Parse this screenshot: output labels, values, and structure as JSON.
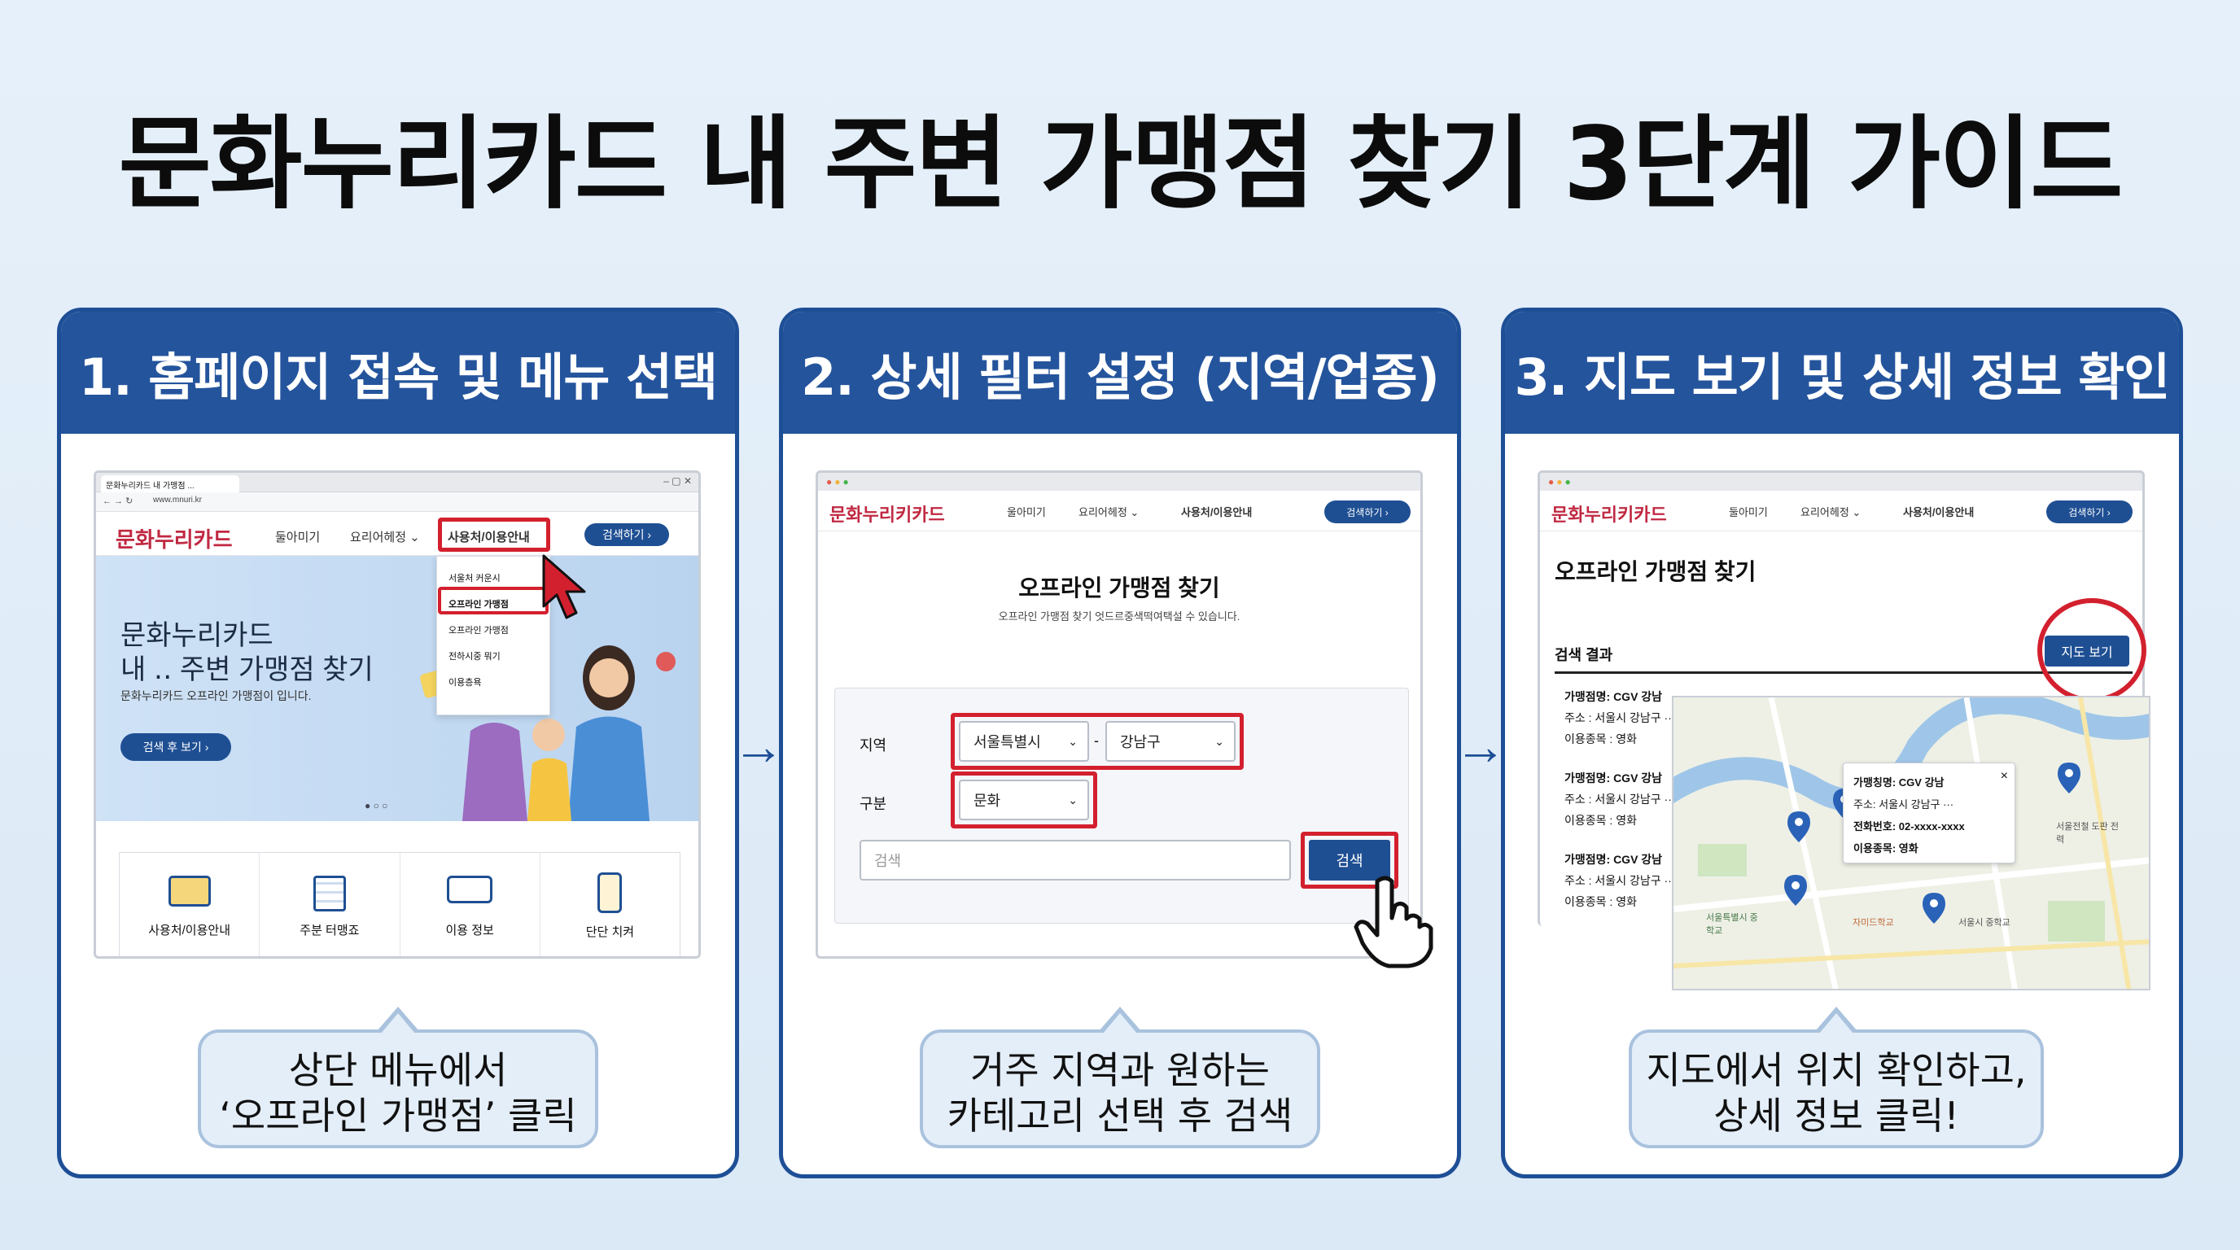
{
  "title": "문화누리카드 내 주변 가맹점 찾기 3단계 가이드",
  "colors": {
    "brand_blue": "#24549c",
    "highlight_red": "#d3202e",
    "background": "#e2edf8"
  },
  "steps": [
    {
      "heading": "1. 홈페이지 접속 및 메뉴 선택",
      "bubble_line1": "상단 메뉴에서",
      "bubble_line2": "‘오프라인 가맹점’ 클릭",
      "browser": {
        "tab": "문화누리카드 내 가맹점 ...",
        "url": "www.mnuri.kr"
      },
      "logo": "문화누리카드",
      "nav": [
        "둘아미기",
        "요리어헤정 ⌄",
        "사용처/이용안내"
      ],
      "search_button": "검색하기 ›",
      "dropdown": [
        "서울처 커운시",
        "오프라인 가맹점",
        "오프라인 가맹점",
        "전하시중 뭐기",
        "이용층욕"
      ],
      "hero_title_line1": "문화누리카드",
      "hero_title_line2": "내 ‥ 주변 가맹점 찾기",
      "hero_sub": "문화누리카드 오프라인 가맹점이 입니다.",
      "hero_button": "검색 후 보기 ›",
      "quick_links": [
        "사용처/이용안내",
        "주분 터맹죠",
        "이용 정보",
        "단단 치켜"
      ]
    },
    {
      "heading": "2. 상세 필터 설정 (지역/업종)",
      "bubble_line1": "거주 지역과 원하는",
      "bubble_line2": "카테고리 선택 후 검색",
      "logo": "문화누리키카드",
      "nav": [
        "울아미기",
        "요리어헤정 ⌄",
        "사용처/이용안내"
      ],
      "search_button": "검색하기 ›",
      "page_title": "오프라인 가맹점 찾기",
      "page_sub": "오프라인 가맹점 찾기 엇드르중색떡여택설 수 있습니다.",
      "region_label": "지역",
      "region_select1": "서울특별시",
      "region_separator": "-",
      "region_select2": "강남구",
      "type_label": "구분",
      "type_select": "문화",
      "search_placeholder": "검색",
      "search_submit": "검색"
    },
    {
      "heading": "3. 지도 보기 및 상세 정보 확인",
      "bubble_line1": "지도에서 위치 확인하고,",
      "bubble_line2": "상세 정보 클릭!",
      "logo": "문화누리키카드",
      "nav": [
        "둘아미기",
        "요리어헤정 ⌄",
        "사용처/이용안내"
      ],
      "search_button": "검색하기 ›",
      "page_title": "오프라인 가맹점 찾기",
      "results_label": "검색 결과",
      "map_button": "지도 보기",
      "results": [
        {
          "name": "가맹점명: CGV 강남",
          "addr": "주소 : 서울시 강남구 ···",
          "type": "이용종목 : 영화"
        },
        {
          "name": "가맹점명: CGV 강남",
          "addr": "주소 : 서울시 강남구 ···",
          "type": "이용종목 : 영화"
        },
        {
          "name": "가맹점명: CGV 강남",
          "addr": "주소 : 서울시 강남구 ···",
          "type": "이용종목 : 영화"
        }
      ],
      "popup": {
        "name": "가맹칭명: CGV 강남",
        "addr": "주소: 서울시 강남구 ···",
        "phone": "전화번호: 02-xxxx-xxxx",
        "type": "이용종목: 영화",
        "close": "×"
      },
      "map_labels": [
        "서울특별시 중학교",
        "자미드학교",
        "서울전철 도판 전력",
        "서울시 중학교"
      ]
    }
  ]
}
